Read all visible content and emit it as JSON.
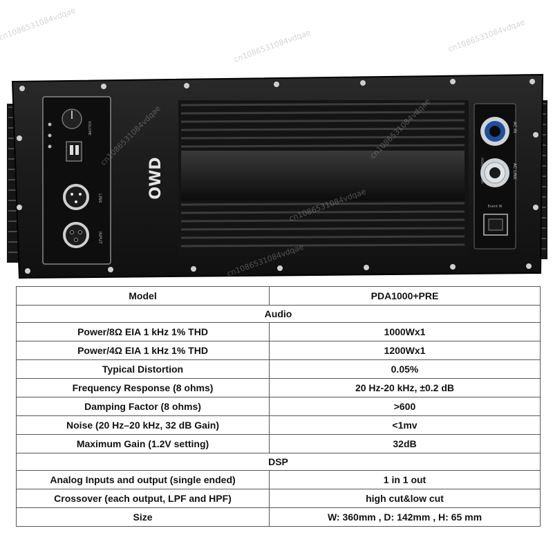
{
  "panel": {
    "brand_logo": "OWD",
    "labels": {
      "volume": "VOLUME",
      "link": "LINK",
      "input": "INPUT",
      "powercon_pwk": "POWERCON PWK",
      "ac_in": "AC IN",
      "ac_link": "AC LINK",
      "event": "Event W"
    }
  },
  "watermark": "cn1086531084vdqae",
  "table": {
    "model_label": "Model",
    "model_value": "PDA1000+PRE",
    "section_audio": "Audio",
    "section_dsp": "DSP",
    "audio_rows": [
      {
        "label": "Power/8Ω EIA 1 kHz 1% THD",
        "value": "1000Wx1"
      },
      {
        "label": "Power/4Ω EIA 1 kHz 1% THD",
        "value": "1200Wx1"
      },
      {
        "label": "Typical Distortion",
        "value": "0.05%"
      },
      {
        "label": "Frequency Response (8 ohms)",
        "value": "20 Hz-20 kHz, ±0.2 dB"
      },
      {
        "label": "Damping Factor (8 ohms)",
        "value": ">600"
      },
      {
        "label": "Noise (20 Hz–20 kHz, 32 dB Gain)",
        "value": "<1mv"
      },
      {
        "label": "Maximum Gain (1.2V setting)",
        "value": "32dB"
      }
    ],
    "dsp_rows": [
      {
        "label": "Analog Inputs and output (single ended)",
        "value": "1 in 1 out"
      },
      {
        "label": "Crossover (each output, LPF and HPF)",
        "value": "high cut&low cut"
      },
      {
        "label": "Size",
        "value": "W: 360mm , D: 142mm , H: 65 mm"
      }
    ]
  }
}
